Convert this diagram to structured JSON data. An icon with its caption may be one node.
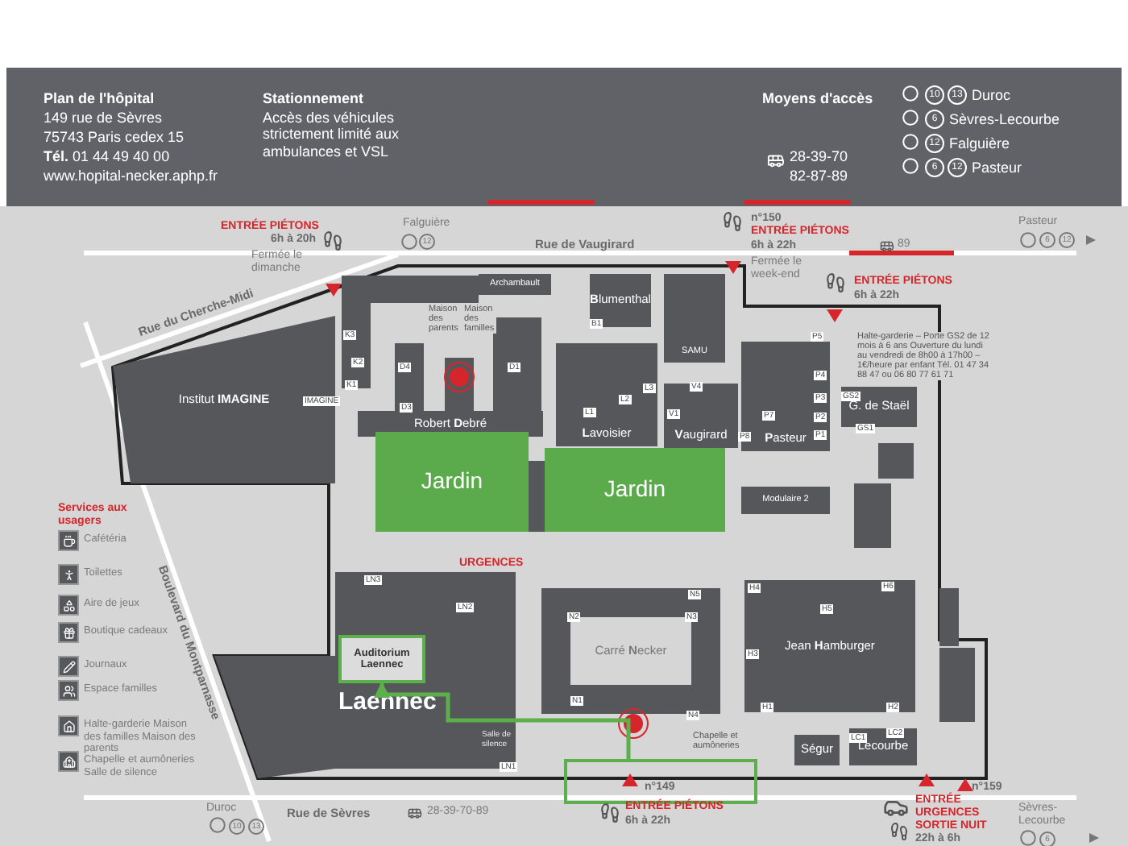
{
  "diagram": {
    "nodes": [
      {
        "text": [
          "Institut **IMAGINE**"
        ]
      },
      {
        "text": [
          "Archambault"
        ]
      },
      {
        "text": [
          "Robert **D**ebré"
        ]
      },
      {
        "text": [
          "Jardin"
        ]
      },
      {
        "text": [
          "Jardin"
        ]
      },
      {
        "text": [
          "**B**lumenthal"
        ]
      },
      {
        "text": [
          "SAMU"
        ]
      },
      {
        "text": [
          "**L**avoisier"
        ]
      },
      {
        "text": [
          "**V**augirard"
        ]
      },
      {
        "text": [
          "**P**asteur"
        ]
      },
      {
        "text": [
          "G. de Staël"
        ]
      },
      {
        "text": [
          "Modulaire 2"
        ]
      },
      {
        "text": [
          "Laennec"
        ]
      },
      {
        "text": [
          "Auditorium Laennec"
        ],
        "in": 12
      },
      {
        "text": [
          "Carré **N**ecker"
        ]
      },
      {
        "text": [
          "Jean **H**amburger"
        ]
      },
      {
        "text": [
          "Ségur"
        ]
      },
      {
        "text": [
          "Lecourbe"
        ]
      },
      {
        "text": [],
        "shape": "box"
      }
    ],
    "edges": [
      {
        "from": 18,
        "to": 13,
        "arrow": "to"
      }
    ],
    "labels": [
      "Plan de l'hôpital",
      "149 rue de Sèvres",
      "75743 Paris cedex 15",
      "**Tél.** 01 44 49 40 00",
      "www.hopital-necker.aphp.fr",
      "Stationnement",
      "Accès des véhicules strictement limité aux ambulances et VSL",
      "Moyens d'accès",
      "28-39-70",
      "82-87-89",
      "10",
      "13",
      "Duroc",
      "6",
      "Sèvres-Lecourbe",
      "12",
      "Falguière",
      "6",
      "12",
      "Pasteur",
      "ENTRÉE PIÉTONS",
      "6h à 20h",
      "Falguière",
      "12",
      "Rue de Vaugirard",
      "Fermée le dimanche",
      "Rue du Cherche-Midi",
      "n°150",
      "ENTRÉE PIÉTONS",
      "6h à 22h",
      "Fermée le week-end",
      "89",
      "Pasteur",
      "6",
      "12",
      "ENTRÉE PIÉTONS",
      "6h à 22h",
      "Halte-garderie – Porte GS2 de 12 mois à 6 ans Ouverture du lundi au vendredi de 8h00 à 17h00 – 1€/heure par enfant Tél. 01 47 34 88 47 ou 06 80 77 61 71",
      "Services aux usagers",
      "Boulevard du Montparnasse",
      "URGENCES",
      "Rue de Sèvres",
      "Duroc",
      "10",
      "13",
      "28-39-70-89",
      "n°149",
      "ENTRÉE PIÉTONS",
      "6h à 22h",
      "n°159",
      "ENTRÉE URGENCES",
      "SORTIE NUIT",
      "22h à 6h",
      "Sèvres-Lecourbe",
      "6",
      "Maison des parents",
      "Maison des familles",
      "Salle de silence",
      "Chapelle et aumôneries",
      "IMAGINE",
      "K3",
      "K2",
      "K1",
      "D4",
      "D3",
      "D1",
      "B1",
      "L1",
      "L2",
      "L3",
      "V1",
      "V4",
      "P5",
      "P4",
      "P3",
      "P2",
      "P1",
      "P7",
      "P8",
      "GS2",
      "GS1",
      "H4",
      "H5",
      "H6",
      "H3",
      "H1",
      "H2",
      "N5",
      "N2",
      "N3",
      "N1",
      "N4",
      "LN3",
      "LN2",
      "LN1",
      "LC1",
      "LC2"
    ],
    "legend": [
      {
        "text": "Cafétéria"
      },
      {
        "text": "Toilettes"
      },
      {
        "text": "Aire de jeux"
      },
      {
        "text": "Boutique cadeaux"
      },
      {
        "text": "Journaux"
      },
      {
        "text": "Espace familles"
      },
      {
        "text": "Halte-garderie Maison des familles Maison des parents"
      },
      {
        "text": "Chapelle et aumôneries Salle de silence"
      }
    ]
  }
}
